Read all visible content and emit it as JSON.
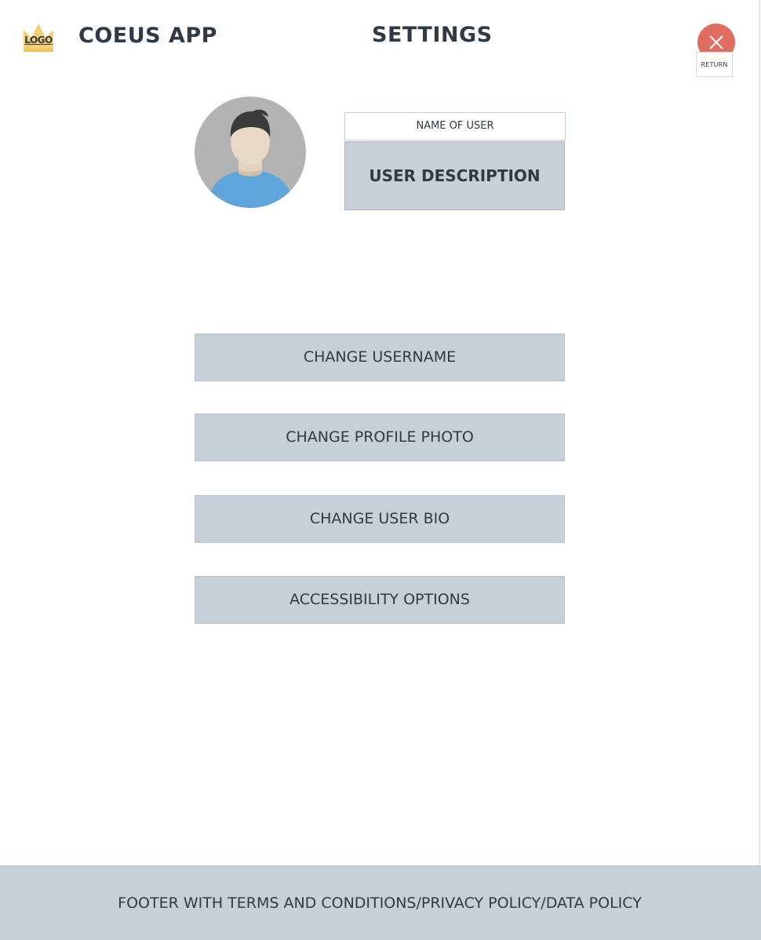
{
  "header": {
    "logo_text": "LOGO",
    "logo_icon": "crown-icon",
    "app_title": "COEUS APP",
    "page_title": "SETTINGS",
    "return_label": "RETURN",
    "close_icon": "close-icon"
  },
  "profile": {
    "avatar_icon": "user-avatar-icon",
    "name": "NAME OF USER",
    "description": "USER DESCRIPTION"
  },
  "menu": {
    "items": [
      {
        "label": "CHANGE USERNAME"
      },
      {
        "label": "CHANGE PROFILE PHOTO"
      },
      {
        "label": "CHANGE USER BIO"
      },
      {
        "label": "ACCESSIBILITY OPTIONS"
      }
    ]
  },
  "footer": {
    "text": "FOOTER WITH TERMS AND CONDITIONS/PRIVACY POLICY/DATA POLICY"
  },
  "colors": {
    "accent_close": "#e06e60",
    "logo_gold": "#f4d173",
    "panel_gray": "#c6d0d9",
    "text_dark": "#2f3a45",
    "avatar_bg": "#b3b3b3",
    "avatar_shirt": "#5ea5dc"
  }
}
